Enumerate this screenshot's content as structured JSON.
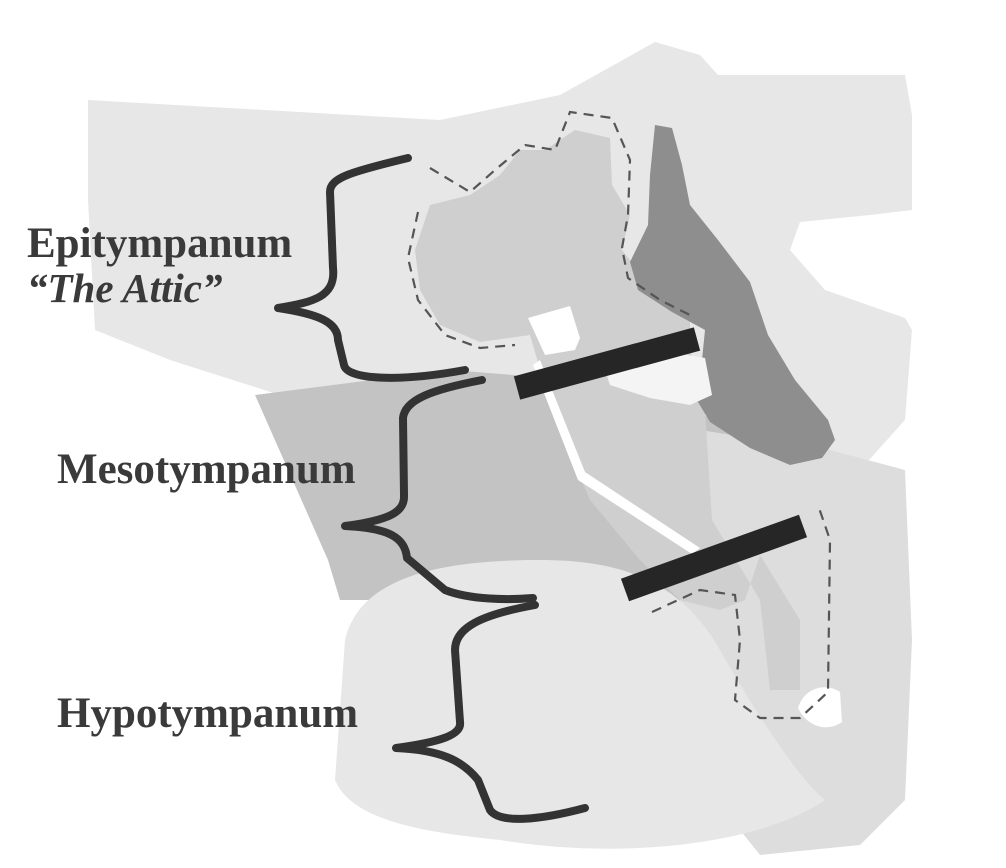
{
  "labels": {
    "epitympanum": "Epitympanum",
    "attic": "“The Attic”",
    "mesotympanum": "Mesotympanum",
    "hypotympanum": "Hypotympanum"
  },
  "colors": {
    "background": "#ffffff",
    "light_gray": "#e7e7e7",
    "mid_gray": "#cfcfcf",
    "mid_band": "#c3c3c3",
    "dark_gray": "#8e8e8e",
    "brace": "#333333",
    "text": "#3a3a3a"
  }
}
